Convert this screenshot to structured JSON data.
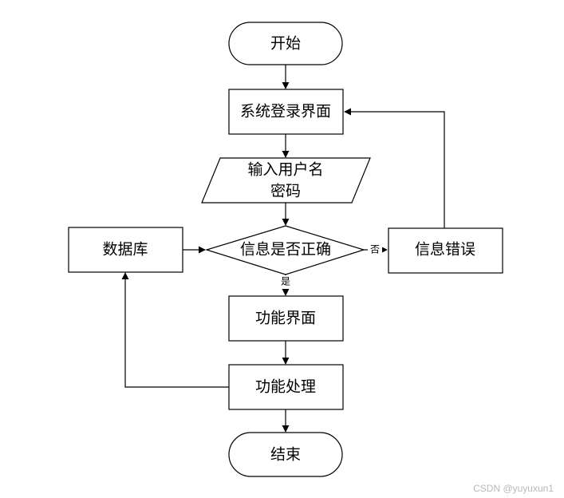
{
  "diagram": {
    "nodes": {
      "start": {
        "lines": [
          "开始"
        ]
      },
      "login_screen": {
        "lines": [
          "系统登录界面"
        ]
      },
      "input_credentials": {
        "lines": [
          "输入用户名",
          "密码"
        ]
      },
      "check_info": {
        "lines": [
          "信息是否正确"
        ]
      },
      "database": {
        "lines": [
          "数据库"
        ]
      },
      "info_error": {
        "lines": [
          "信息错误"
        ]
      },
      "function_screen": {
        "lines": [
          "功能界面"
        ]
      },
      "function_processing": {
        "lines": [
          "功能处理"
        ]
      },
      "end": {
        "lines": [
          "结束"
        ]
      }
    },
    "edge_labels": {
      "no": "否",
      "yes": "是"
    },
    "colors": {
      "stroke": "#000000",
      "background": "#ffffff",
      "watermark": "#b8b8b8"
    }
  },
  "watermark": "CSDN @yuyuxun1"
}
